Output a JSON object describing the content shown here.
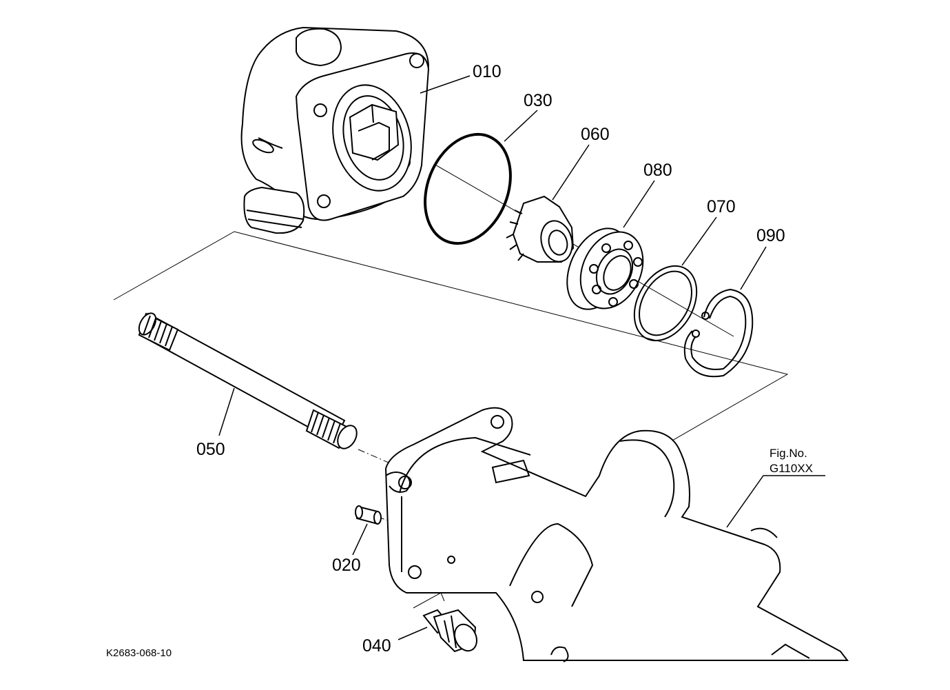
{
  "callouts": [
    {
      "id": "p010",
      "label": "010"
    },
    {
      "id": "p030",
      "label": "030"
    },
    {
      "id": "p060",
      "label": "060"
    },
    {
      "id": "p080",
      "label": "080"
    },
    {
      "id": "p070",
      "label": "070"
    },
    {
      "id": "p090",
      "label": "090"
    },
    {
      "id": "p050",
      "label": "050"
    },
    {
      "id": "p020",
      "label": "020"
    },
    {
      "id": "p040",
      "label": "040"
    }
  ],
  "figure_ref": {
    "line1": "Fig.No.",
    "line2": "G110XX"
  },
  "drawing_code": "K2683-068-10"
}
